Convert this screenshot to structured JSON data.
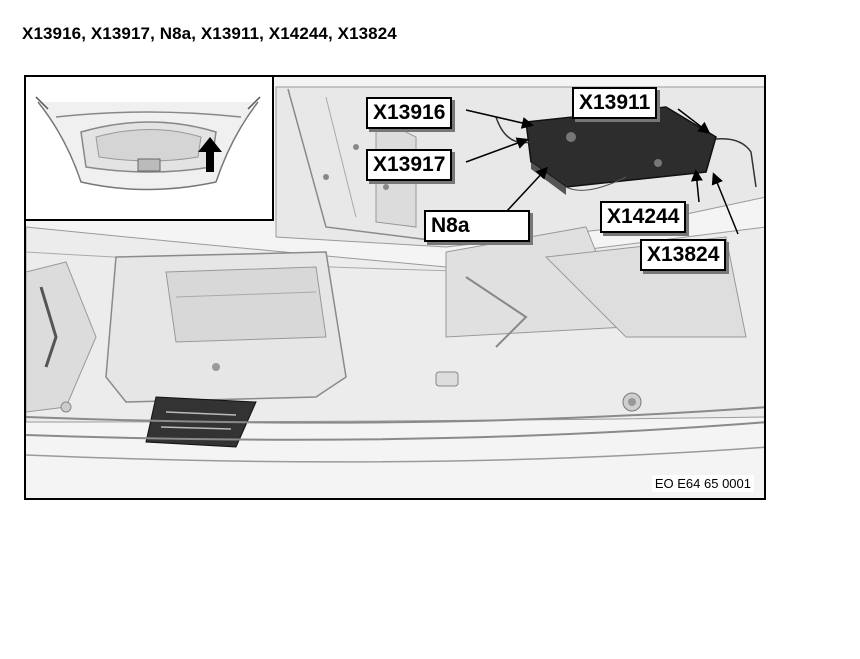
{
  "page": {
    "title": "X13916, X13917, N8a, X13911, X14244, X13824"
  },
  "figure": {
    "code": "EO E64 65 0001",
    "callouts": [
      {
        "id": "x13916",
        "label": "X13916"
      },
      {
        "id": "x13917",
        "label": "X13917"
      },
      {
        "id": "n8a",
        "label": "N8a"
      },
      {
        "id": "x13911",
        "label": "X13911"
      },
      {
        "id": "x14244",
        "label": "X14244"
      },
      {
        "id": "x13824",
        "label": "X13824"
      }
    ]
  }
}
